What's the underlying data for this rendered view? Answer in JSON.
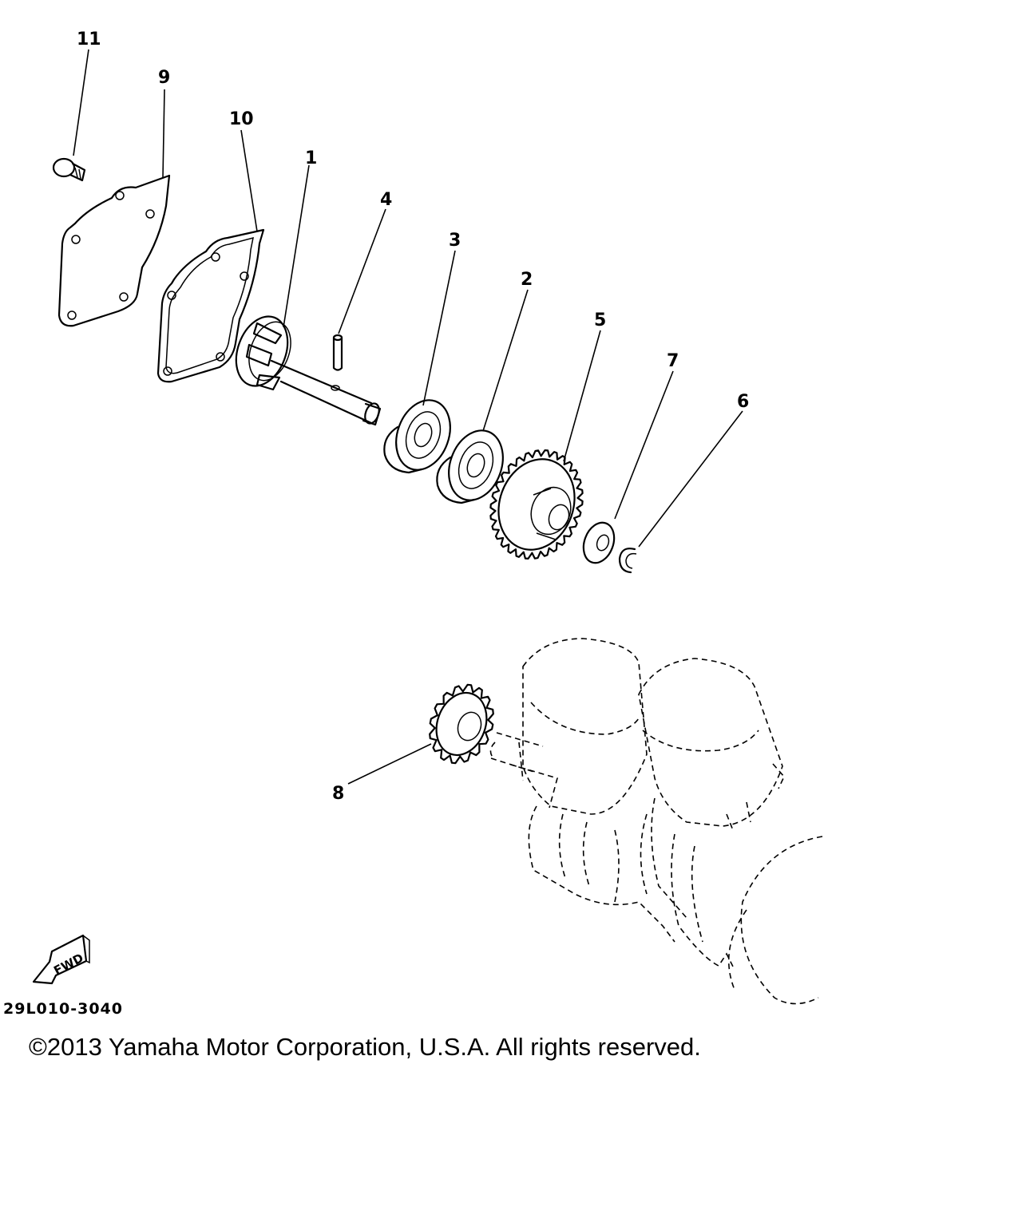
{
  "diagram": {
    "callouts": [
      {
        "id": "11",
        "text": "11"
      },
      {
        "id": "9",
        "text": "9"
      },
      {
        "id": "10",
        "text": "10"
      },
      {
        "id": "1",
        "text": "1"
      },
      {
        "id": "4",
        "text": "4"
      },
      {
        "id": "3",
        "text": "3"
      },
      {
        "id": "2",
        "text": "2"
      },
      {
        "id": "5",
        "text": "5"
      },
      {
        "id": "7",
        "text": "7"
      },
      {
        "id": "6",
        "text": "6"
      },
      {
        "id": "8",
        "text": "8"
      }
    ],
    "fwd_label": "FWD",
    "reference_code": "29L010-3040"
  },
  "footer": {
    "copyright": "©2013 Yamaha Motor Corporation, U.S.A. All rights reserved."
  },
  "colors": {
    "ink": "#000000",
    "background": "#ffffff"
  }
}
